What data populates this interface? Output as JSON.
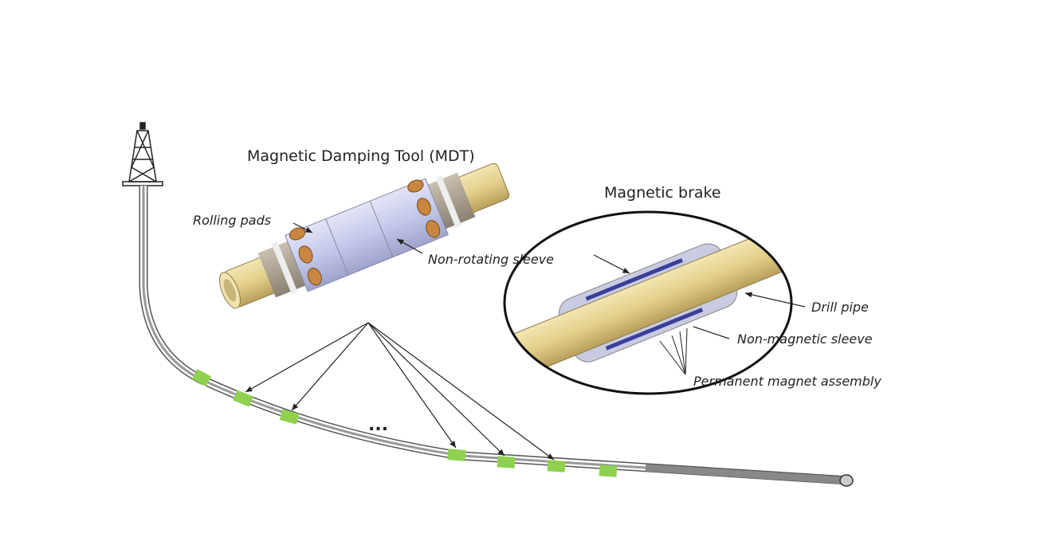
{
  "mdt": {
    "title": "Magnetic Damping Tool (MDT)",
    "rolling_pads": "Rolling pads",
    "non_rotating_sleeve": "Non-rotating sleeve"
  },
  "brake": {
    "title": "Magnetic brake",
    "drill_pipe": "Drill pipe",
    "non_magnetic_sleeve": "Non-magnetic sleeve",
    "permanent_magnet": "Permanent magnet assembly"
  },
  "ellipsis": "...",
  "colors": {
    "marker": "#8fd14f",
    "pipe": "#e8d9a0",
    "sleeve": "#c7cbe8",
    "pad": "#c98640"
  }
}
